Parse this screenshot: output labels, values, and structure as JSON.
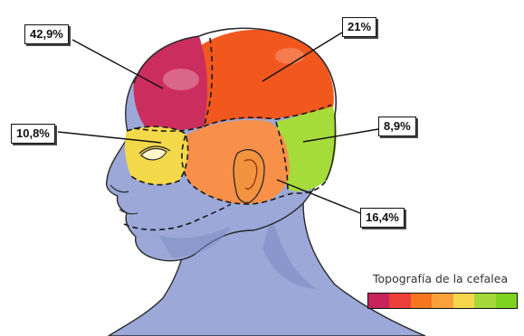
{
  "callouts": {
    "forehead_top": "42,9%",
    "crown": "21%",
    "eye": "10,8%",
    "occipital": "8,9%",
    "temporal": "16,4%"
  },
  "legend": {
    "title": "Topografía de la cefalea",
    "colors": [
      "#c8235a",
      "#ef3f3a",
      "#f6761f",
      "#f9a23a",
      "#f5d64a",
      "#a4d83a",
      "#7ed321"
    ]
  },
  "colors": {
    "skin": "#9ba8d8",
    "skin_shade": "#7e8cc4",
    "frontal": "#cc2d5f",
    "parietal": "#f2581d",
    "periorbital": "#f3d84a",
    "temporal": "#f8904a",
    "occipital": "#a6dc3a"
  }
}
